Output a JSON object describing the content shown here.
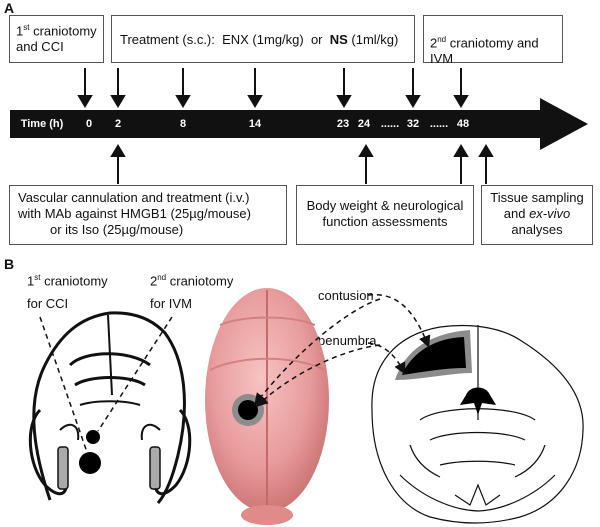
{
  "panel_a": "A",
  "panel_b": "B",
  "top_boxes": {
    "craniotomy1_line1_pre": "1",
    "craniotomy1_sup": "st",
    "craniotomy1_line1_post": " craniotomy",
    "craniotomy1_line2": "and CCI",
    "treatment_prefix": "Treatment (s.c.):  ENX (1mg/kg)  or  ",
    "treatment_ns": "NS",
    "treatment_suffix": " (1ml/kg)",
    "craniotomy2_pre": "2",
    "craniotomy2_sup": "nd",
    "craniotomy2_post": " craniotomy and IVM"
  },
  "timeline": {
    "axis_label": "Time (h)",
    "ticks": [
      "0",
      "2",
      "8",
      "14",
      "23",
      "24",
      "......",
      "32",
      "......",
      "48"
    ]
  },
  "bottom_boxes": {
    "cannulation": [
      "Vascular cannulation and treatment (i.v.)",
      "with MAb against HMGB1 (25µg/mouse)",
      "or its Iso (25µg/mouse)"
    ],
    "assessments": [
      "Body weight & neurological",
      "function assessments"
    ],
    "tissue_l1": "Tissue sampling",
    "tissue_l2_pre": "and ",
    "tissue_l2_em": "ex-vivo",
    "tissue_l3": "analyses"
  },
  "panel_b_labels": {
    "c1_pre": "1",
    "c1_sup": "st",
    "c1_post": " craniotomy",
    "c1_line2": "for CCI",
    "c2_pre": "2",
    "c2_sup": "nd",
    "c2_post": " craniotomy",
    "c2_line2": "for IVM",
    "contusion": "contusion",
    "penumbra": "penumbra"
  },
  "colors": {
    "timeline": "#111111",
    "box_border": "#555555",
    "brain_pink": "#e89c9c",
    "penumbra_gray": "#8c8c8c",
    "contusion_black": "#000000"
  }
}
